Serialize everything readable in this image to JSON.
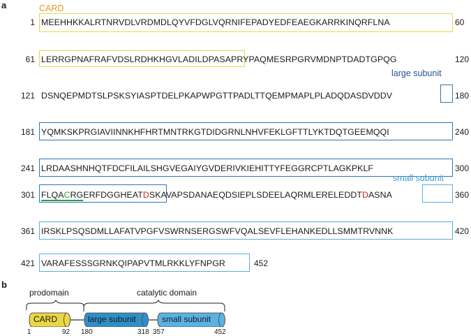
{
  "panel_a": {
    "label": "a",
    "region_labels": {
      "card": "CARD",
      "large": "large subunit",
      "small": "small subunit"
    },
    "rows": [
      {
        "start": "1",
        "end": "60",
        "seq": "MEEHHKKALRTNRVDLVRDMDLQYVFDGLVQRNIFEPADYEDFEAEGKARRKINQRFLNA"
      },
      {
        "start": "61",
        "end": "",
        "seq_a": "LERRGPNAFRAFVDSLRDHKHGVLADILDPA",
        "seq_b": "SAPRYPAQMESRPGRVMDNPTDADTGPQG",
        "end2": "120"
      },
      {
        "start": "121",
        "end": "180",
        "seq_a": "DSNQEPMDTSLPSKSYIASPTDELPKAPWPGTTPADLTTQEMPMAPLPLADQDASDVDD",
        "seq_b": "V"
      },
      {
        "start": "181",
        "end": "240",
        "seq": "YQMKSKPRGIAVIINNKHFHRTMNTRKGTDIDGRNLNHVFEKLGFTTLYKTDQTGEEMQQI"
      },
      {
        "start": "241",
        "end": "300",
        "seq": "LRDAASHNHQTFDCFILAILSHGVEGAIYGVDERIVKIEHITTYFEGGRCPTLAGKPKLF"
      },
      {
        "start": "301",
        "end": "360",
        "p1": "FLQA",
        "p2": "C",
        "p3": "RG",
        "p4": "ERFDGGHEAT",
        "p5": "D",
        "p6": "SKAVAPSDANAEQDSIEPLSDEELAQRMLERELEDDT",
        "p7": "D",
        "p8": "ASNA"
      },
      {
        "start": "361",
        "end": "420",
        "seq": "IRSKLPSQSDMLLAFATVPGFVSWRNSERGSWFVQALSEVFLEHANKEDLLSMMTRVNNK"
      },
      {
        "start": "421",
        "end": "452",
        "seq": "VARAFESSSGRNKQIPAPVTMLRKKLYFNPGR"
      }
    ]
  },
  "panel_b": {
    "label": "b",
    "prodomain": "prodomain",
    "catalytic": "catalytic domain",
    "card": "CARD",
    "large": "large subunit",
    "small": "small subunit",
    "positions": [
      "1",
      "92",
      "180",
      "318",
      "357",
      "452"
    ]
  },
  "colors": {
    "card": "#e9d844",
    "large": "#2e8fc9",
    "small": "#5ab2e3",
    "red": "#d0271d",
    "green": "#2e9a45"
  }
}
